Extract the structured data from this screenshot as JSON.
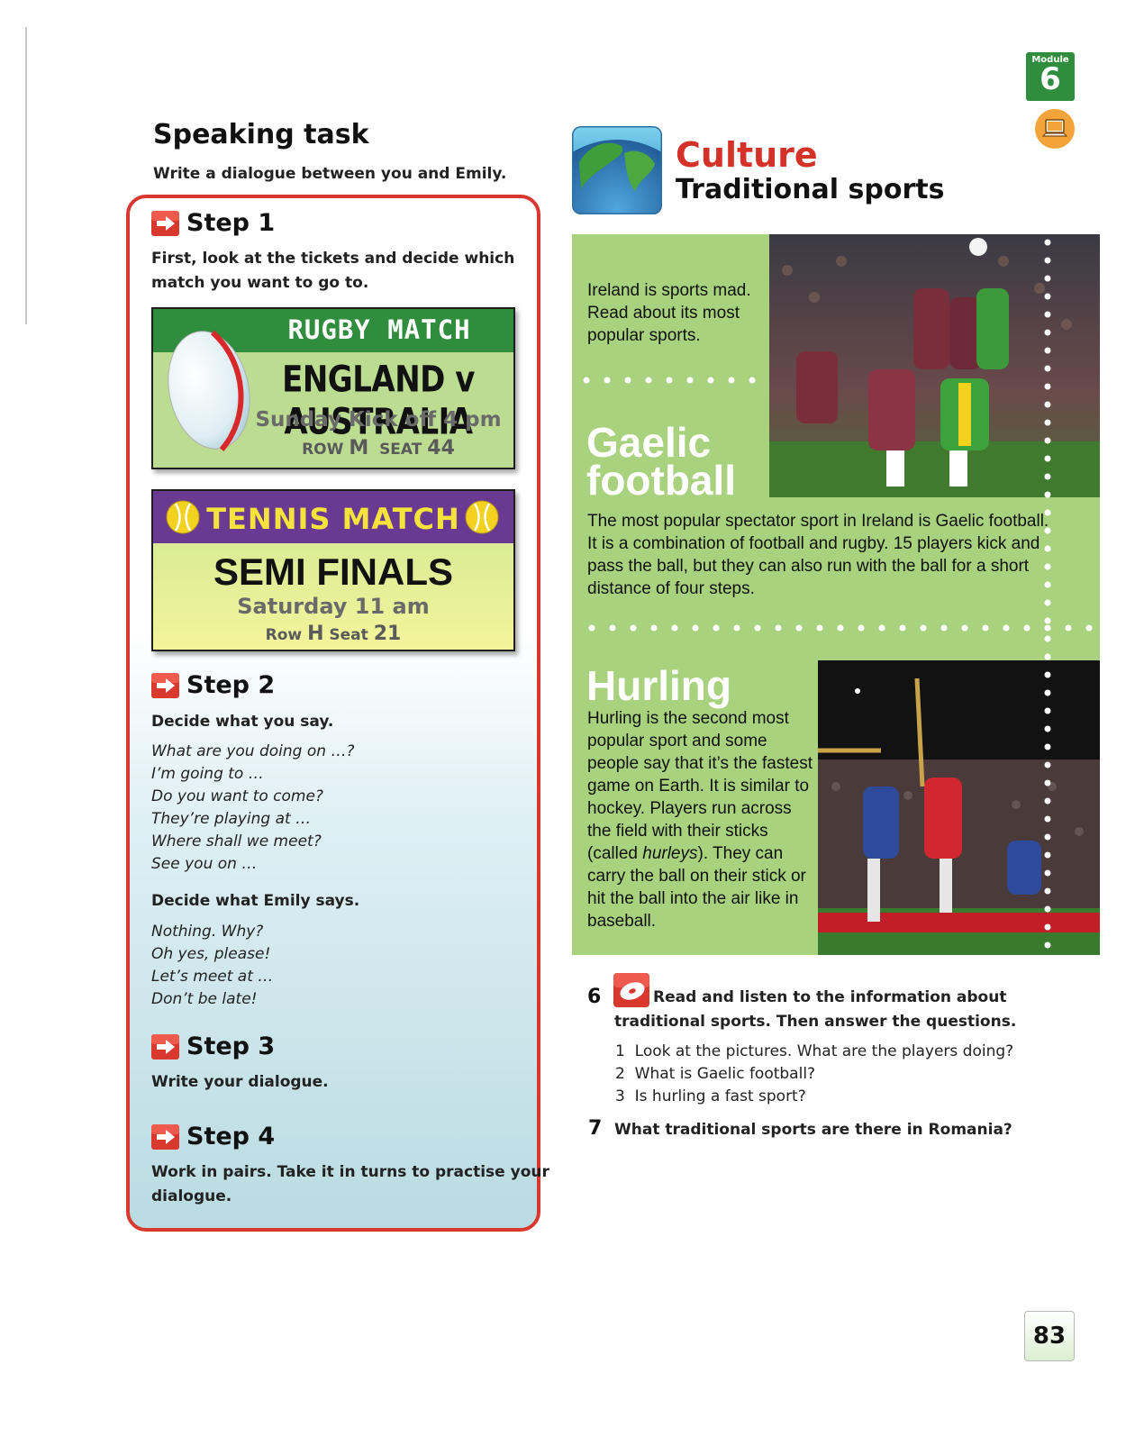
{
  "page_number": "83",
  "module": {
    "label": "Module",
    "number": "6"
  },
  "speaking": {
    "title": "Speaking task",
    "subtitle": "Write a dialogue between you and Emily.",
    "step1": {
      "label": "Step 1",
      "text_line1": "First, look at the tickets and decide which",
      "text_line2": "match you want to  go to."
    },
    "rugby_ticket": {
      "title": "RUGBY MATCH",
      "teams": "ENGLAND v AUSTRALIA",
      "when": "Sunday  Kick off 4 pm",
      "row_label": "ROW",
      "row": "M",
      "seat_label": "SEAT",
      "seat": "44"
    },
    "tennis_ticket": {
      "title": "TENNIS MATCH",
      "event": "SEMI FINALS",
      "when": "Saturday 11 am",
      "row_label": "Row",
      "row": "H",
      "seat_label": "Seat",
      "seat": "21"
    },
    "step2": {
      "label": "Step 2",
      "you_say": "Decide what you say.",
      "you_phrases": [
        "What are you doing on …?",
        "I’m going to …",
        "Do you want to come?",
        "They’re playing at …",
        "Where shall we meet?",
        "See you on …"
      ],
      "emily_says": "Decide what Emily says.",
      "emily_phrases": [
        "Nothing. Why?",
        "Oh yes, please!",
        "Let’s meet at …",
        "Don’t be late!"
      ]
    },
    "step3": {
      "label": "Step 3",
      "text": "Write your dialogue."
    },
    "step4": {
      "label": "Step 4",
      "text_line1": "Work in pairs. Take it in turns to practise your",
      "text_line2": "dialogue."
    }
  },
  "culture": {
    "title": "Culture",
    "subtitle": "Traditional sports",
    "intro": "Ireland is sports mad. Read about its most popular sports.",
    "gaelic": {
      "head_line1": "Gaelic",
      "head_line2": "football",
      "body": "The most popular spectator sport in Ireland is Gaelic football. It is a combination of football and rugby. 15 players kick and pass the ball, but they can also run with the ball for a short distance of four steps."
    },
    "hurling": {
      "head": "Hurling",
      "body_before": "Hurling is the second most popular sport and some people say that it’s the fastest game on Earth. It is similar to hockey. Players run across the field with their sticks (called ",
      "body_italic": "hurleys",
      "body_after": "). They can carry the ball on their stick or hit the ball into the air like in baseball."
    }
  },
  "exercises": {
    "ex6": {
      "num": "6",
      "line1": "Read and listen to the information about",
      "line2": "traditional sports. Then answer the questions.",
      "questions": [
        {
          "n": "1",
          "q": "Look at the pictures. What are the players doing?"
        },
        {
          "n": "2",
          "q": "What is Gaelic football?"
        },
        {
          "n": "3",
          "q": "Is hurling a fast sport?"
        }
      ]
    },
    "ex7": {
      "num": "7",
      "text": "What traditional sports are there in Romania?"
    }
  },
  "colors": {
    "red": "#d8382d",
    "green_panel": "#a8d27e",
    "module_green": "#2f8d3d",
    "tennis_purple": "#6a3a92"
  }
}
